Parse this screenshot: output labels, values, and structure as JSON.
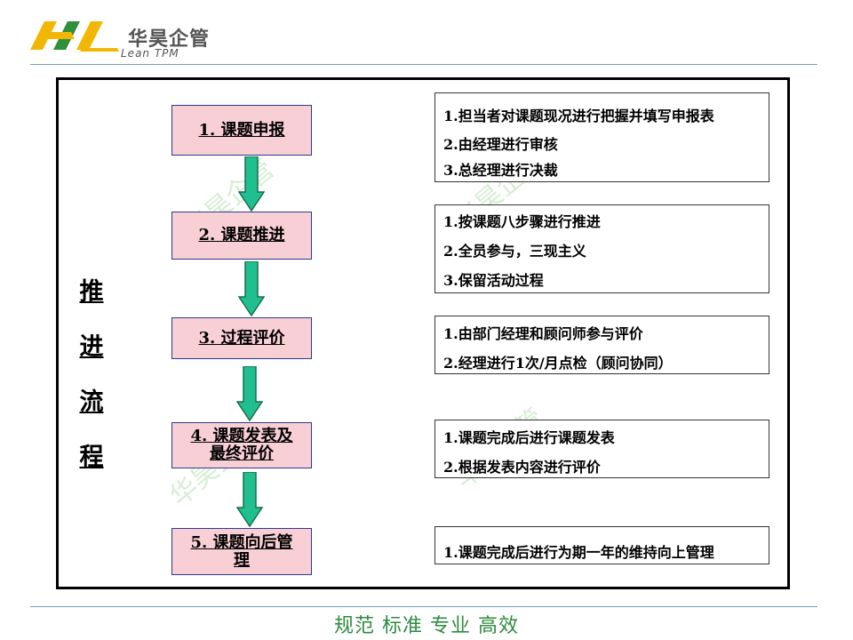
{
  "logo": {
    "name_cn": "华昊企管",
    "name_en": "Lean TPM",
    "colors": {
      "yellow": "#f2b705",
      "green": "#2f8f3a"
    }
  },
  "side_title": [
    "推",
    "进",
    "流",
    "程"
  ],
  "steps": [
    {
      "label": "1. 课题申报",
      "details": [
        "1.担当者对课题现况进行把握并填写申报表",
        "2.由经理进行审核",
        "3.总经理进行决裁"
      ]
    },
    {
      "label": "2. 课题推进",
      "details": [
        "1.按课题八步骤进行推进",
        "2.全员参与，三现主义",
        "3.保留活动过程"
      ]
    },
    {
      "label": "3. 过程评价",
      "details": [
        "1.由部门经理和顾问师参与评价",
        "2.经理进行1次/月点检（顾问协同）"
      ]
    },
    {
      "label": "4. 课题发表及最终评价",
      "details": [
        "1.课题完成后进行课题发表",
        "2.根据发表内容进行评价"
      ]
    },
    {
      "label": "5. 课题向后管理",
      "details": [
        "1.课题完成后进行为期一年的维持向上管理"
      ]
    }
  ],
  "watermark": "华昊企管",
  "footer": "规范 标准 专业 高效",
  "colors": {
    "step_fill": "#f9cfd6",
    "step_border": "#2c3a8c",
    "arrow_fill": "#1fbf8f",
    "arrow_stroke": "#1a6e4e",
    "footer": "#2e8b3e"
  }
}
